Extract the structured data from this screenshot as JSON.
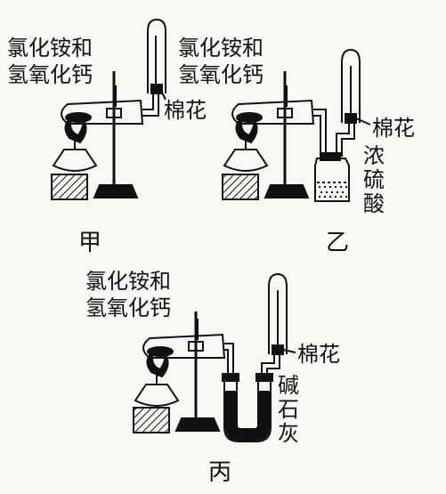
{
  "apparatus_jia": {
    "reagent_line1": "氯化铵和",
    "reagent_line2": "氢氧化钙",
    "cotton": "棉花",
    "caption": "甲"
  },
  "apparatus_yi": {
    "reagent_line1": "氯化铵和",
    "reagent_line2": "氢氧化钙",
    "cotton": "棉花",
    "drying_agent": "浓硫酸",
    "caption": "乙"
  },
  "apparatus_bing": {
    "reagent_line1": "氯化铵和",
    "reagent_line2": "氢氧化钙",
    "cotton": "棉花",
    "drying_agent": "碱石灰",
    "caption": "丙"
  }
}
